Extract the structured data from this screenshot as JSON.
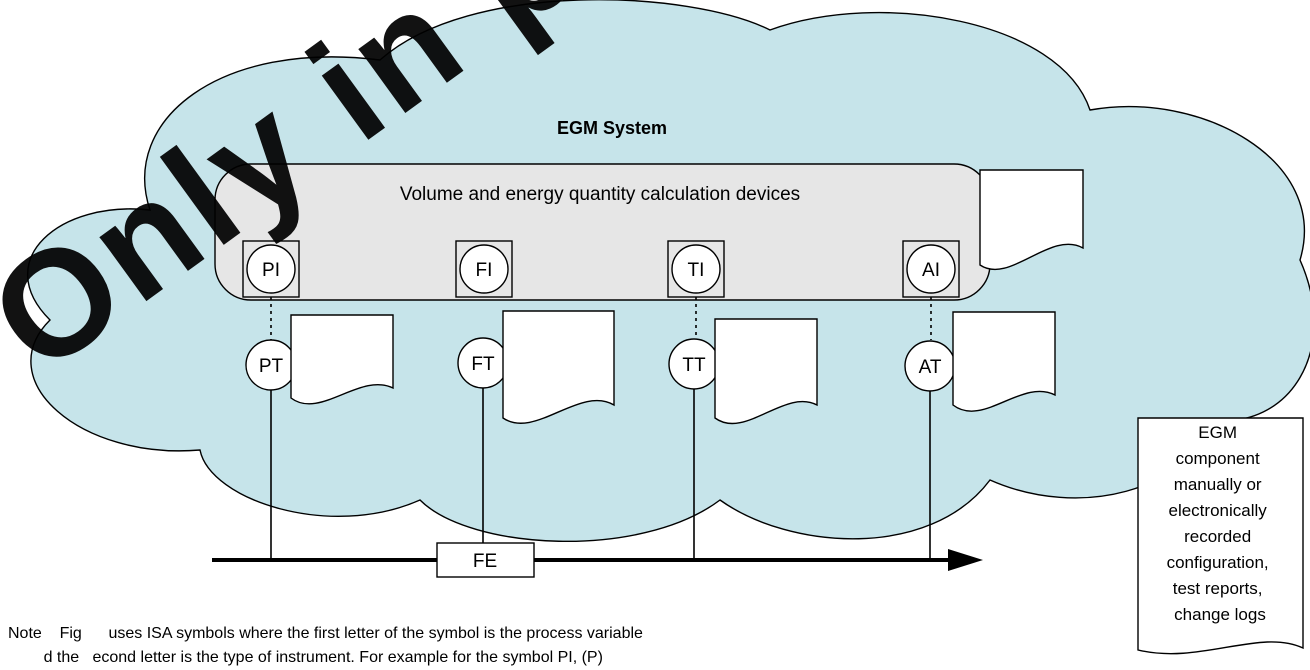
{
  "diagram": {
    "system_title": "EGM System",
    "device_group_label": "Volume and energy quantity calculation devices",
    "indicators": [
      {
        "tag": "PI"
      },
      {
        "tag": "FI"
      },
      {
        "tag": "TI"
      },
      {
        "tag": "AI"
      }
    ],
    "transmitters": [
      {
        "tag": "PT"
      },
      {
        "tag": "FT"
      },
      {
        "tag": "TT"
      },
      {
        "tag": "AT"
      }
    ],
    "flow_element": "FE",
    "document_box_label": "EGM component manually or electronically recorded configuration, test reports, change logs",
    "document_box_lines": [
      "EGM",
      "component",
      "manually or",
      "electronically",
      "recorded",
      "configuration,",
      "test reports,",
      "change logs"
    ]
  },
  "note": {
    "line1": "Note    Fig      uses ISA symbols where the first letter of the symbol is the process variable",
    "line2": "        d the   econd letter is the type of instrument. For example for the symbol PI, (P)"
  },
  "watermark": "Only in preview, cli",
  "colors": {
    "cloud_fill": "#c6e4ea",
    "device_box_fill": "#e6e6e6",
    "line": "#000000",
    "background": "#ffffff"
  }
}
